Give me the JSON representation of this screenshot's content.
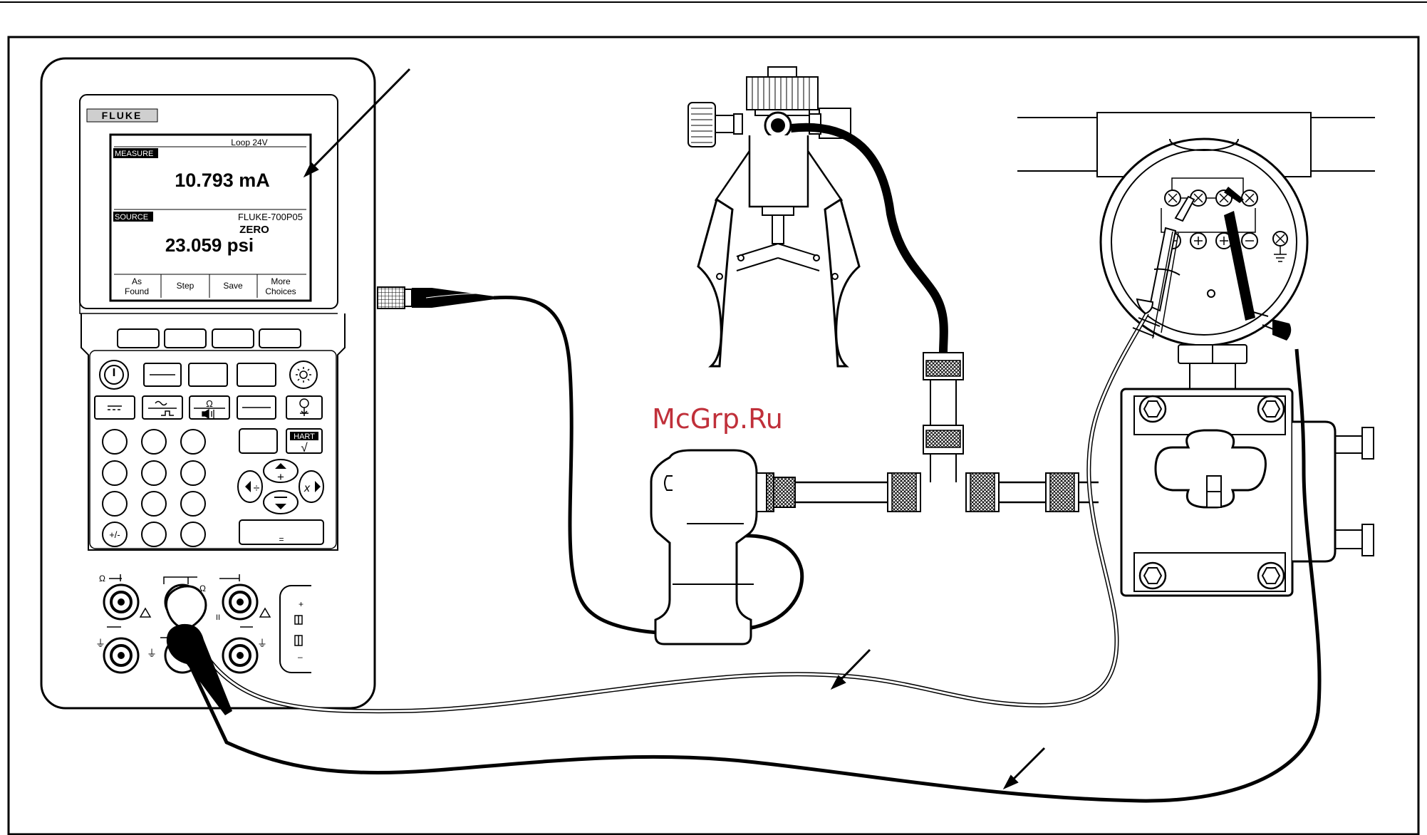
{
  "device": {
    "brand": "FLUKE",
    "display": {
      "top_status": "Loop  24V",
      "measure_label": "MEASURE",
      "measure_value": "10.793 mA",
      "source_label": "SOURCE",
      "source_module": "FLUKE-700P05",
      "source_mode": "ZERO",
      "source_value": "23.059 psi",
      "softkeys": [
        {
          "line1": "As",
          "line2": "Found"
        },
        {
          "line1": "Step",
          "line2": ""
        },
        {
          "line1": "Save",
          "line2": ""
        },
        {
          "line1": "More",
          "line2": "Choices"
        }
      ]
    },
    "keys": {
      "hart_label": "HART",
      "sqrt_symbol": "√",
      "plus_minus": "+/-",
      "equals": "=",
      "plus": "+",
      "div": "÷",
      "times": "x"
    },
    "jacks": {
      "ohm": "Ω",
      "ground": "⏚",
      "ii": "II",
      "plus": "+",
      "minus": "–"
    }
  },
  "watermark": "McGrp.Ru",
  "colors": {
    "line": "#000000",
    "screen": "#ffffff",
    "body": "#ffffff",
    "watermark": "#c0303a",
    "label_bar": "#cfcfcf"
  }
}
